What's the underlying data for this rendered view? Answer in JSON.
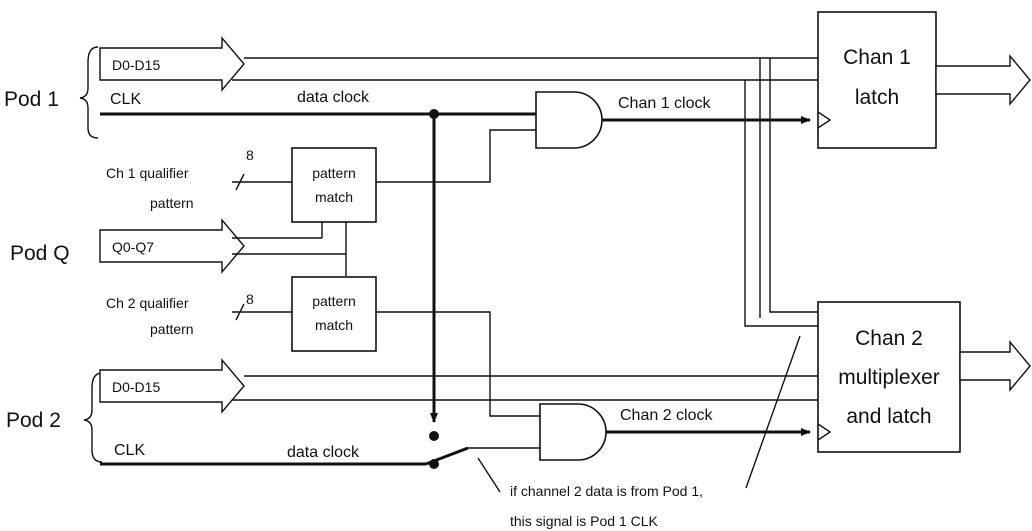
{
  "pods": {
    "pod1": "Pod 1",
    "podq": "Pod Q",
    "pod2": "Pod 2"
  },
  "buses": {
    "pod1_data": "D0-D15",
    "podq_data": "Q0-Q7",
    "pod2_data": "D0-D15"
  },
  "signals": {
    "pod1_clk": "CLK",
    "pod2_clk": "CLK",
    "data_clock_1": "data clock",
    "data_clock_2": "data clock",
    "chan1_clock": "Chan 1 clock",
    "chan2_clock": "Chan 2 clock"
  },
  "qualifiers": {
    "ch1_line1": "Ch 1 qualifier",
    "ch1_line2": "pattern",
    "ch1_width": "8",
    "ch2_line1": "Ch 2 qualifier",
    "ch2_line2": "pattern",
    "ch2_width": "8"
  },
  "blocks": {
    "pm1_line1": "pattern",
    "pm1_line2": "match",
    "pm2_line1": "pattern",
    "pm2_line2": "match",
    "latch1_line1": "Chan 1",
    "latch1_line2": "latch",
    "latch2_line1": "Chan 2",
    "latch2_line2": "multiplexer",
    "latch2_line3": "and latch"
  },
  "annotation": {
    "line1": "if channel 2 data is from Pod 1,",
    "line2": "this signal is Pod 1 CLK"
  }
}
